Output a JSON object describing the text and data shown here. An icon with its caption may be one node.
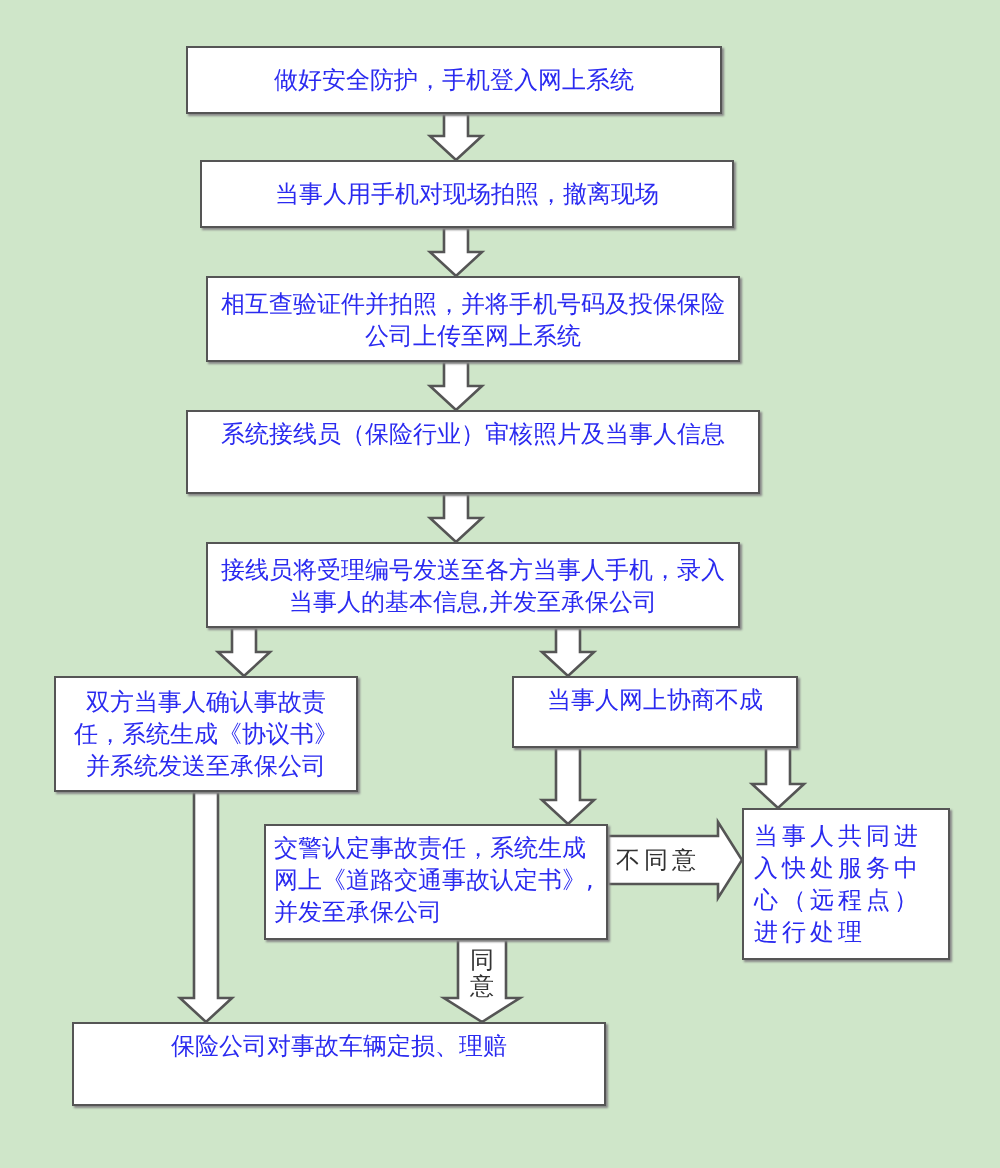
{
  "diagram": {
    "nodes": [
      {
        "text": [
          "做好安全防护，手机登入网上系统"
        ]
      },
      {
        "text": [
          "当事人用手机对现场拍照，撤离现场"
        ]
      },
      {
        "text": [
          "相互查验证件并拍照，并将手机号码及投保保险公司上传至网上系统"
        ]
      },
      {
        "text": [
          "系统接线员（保险行业）审核照片及当事人信息"
        ]
      },
      {
        "text": [
          "接线员将受理编号发送至各方当事人手机，录入当事人的基本信息,并发至承保公司"
        ]
      },
      {
        "text": [
          "双方当事人确认事故责任，系统生成《协议书》并系统发送至承保公司"
        ]
      },
      {
        "text": [
          "当事人网上协商不成"
        ]
      },
      {
        "text": [
          "交警认定事故责任，系统生成网上《道路交通事故认定书》,并发至承保公司"
        ]
      },
      {
        "text": [
          "当事人共同进入快处服务中心（远程点）进行处理"
        ]
      },
      {
        "text": [
          "保险公司对事故车辆定损、理赔"
        ]
      }
    ],
    "edges": [
      {
        "from": 0,
        "to": 1,
        "arrow": "to"
      },
      {
        "from": 1,
        "to": 2,
        "arrow": "to"
      },
      {
        "from": 2,
        "to": 3,
        "arrow": "to"
      },
      {
        "from": 3,
        "to": 4,
        "arrow": "to"
      },
      {
        "from": 4,
        "to": 5,
        "arrow": "to"
      },
      {
        "from": 4,
        "to": 6,
        "arrow": "to"
      },
      {
        "from": 6,
        "to": 7,
        "arrow": "to"
      },
      {
        "from": 6,
        "to": 8,
        "arrow": "to"
      },
      {
        "from": 7,
        "to": 8,
        "arrow": "to",
        "label": "不同意"
      },
      {
        "from": 7,
        "to": 9,
        "arrow": "to",
        "label": "同意"
      },
      {
        "from": 5,
        "to": 9,
        "arrow": "to"
      }
    ]
  }
}
